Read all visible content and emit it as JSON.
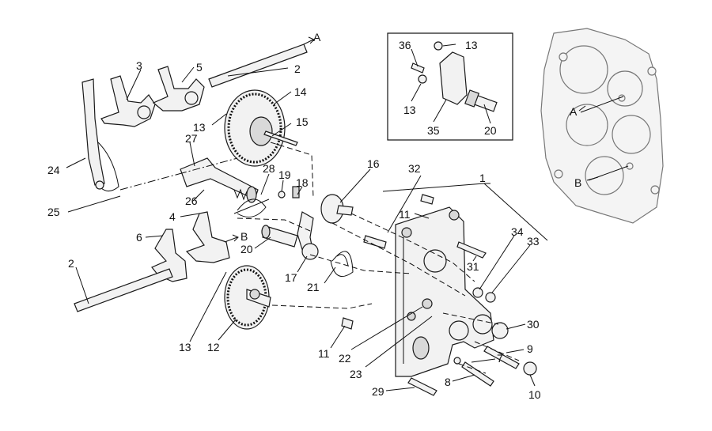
{
  "callouts": [
    {
      "id": "c-a-top",
      "text": "A"
    },
    {
      "id": "c-2-top",
      "text": "2"
    },
    {
      "id": "c-3",
      "text": "3"
    },
    {
      "id": "c-5",
      "text": "5"
    },
    {
      "id": "c-14",
      "text": "14"
    },
    {
      "id": "c-13-a",
      "text": "13"
    },
    {
      "id": "c-15",
      "text": "15"
    },
    {
      "id": "c-24",
      "text": "24"
    },
    {
      "id": "c-27",
      "text": "27"
    },
    {
      "id": "c-28",
      "text": "28"
    },
    {
      "id": "c-19",
      "text": "19"
    },
    {
      "id": "c-18",
      "text": "18"
    },
    {
      "id": "c-16",
      "text": "16"
    },
    {
      "id": "c-32",
      "text": "32"
    },
    {
      "id": "c-1",
      "text": "1"
    },
    {
      "id": "c-26",
      "text": "26"
    },
    {
      "id": "c-25",
      "text": "25"
    },
    {
      "id": "c-11-a",
      "text": "11"
    },
    {
      "id": "c-4",
      "text": "4"
    },
    {
      "id": "c-6",
      "text": "6"
    },
    {
      "id": "c-b-mid",
      "text": "B"
    },
    {
      "id": "c-20-a",
      "text": "20"
    },
    {
      "id": "c-34",
      "text": "34"
    },
    {
      "id": "c-33",
      "text": "33"
    },
    {
      "id": "c-31",
      "text": "31"
    },
    {
      "id": "c-2-bot",
      "text": "2"
    },
    {
      "id": "c-17",
      "text": "17"
    },
    {
      "id": "c-21",
      "text": "21"
    },
    {
      "id": "c-30",
      "text": "30"
    },
    {
      "id": "c-13-b",
      "text": "13"
    },
    {
      "id": "c-12",
      "text": "12"
    },
    {
      "id": "c-11-b",
      "text": "11"
    },
    {
      "id": "c-22",
      "text": "22"
    },
    {
      "id": "c-9",
      "text": "9"
    },
    {
      "id": "c-23",
      "text": "23"
    },
    {
      "id": "c-7",
      "text": "7"
    },
    {
      "id": "c-8",
      "text": "8"
    },
    {
      "id": "c-29",
      "text": "29"
    },
    {
      "id": "c-10",
      "text": "10"
    },
    {
      "id": "c-36",
      "text": "36"
    },
    {
      "id": "c-13-inset-a",
      "text": "13"
    },
    {
      "id": "c-13-inset-b",
      "text": "13"
    },
    {
      "id": "c-35",
      "text": "35"
    },
    {
      "id": "c-20-inset",
      "text": "20"
    },
    {
      "id": "c-a-housing",
      "text": "A"
    },
    {
      "id": "c-b-housing",
      "text": "B"
    }
  ]
}
